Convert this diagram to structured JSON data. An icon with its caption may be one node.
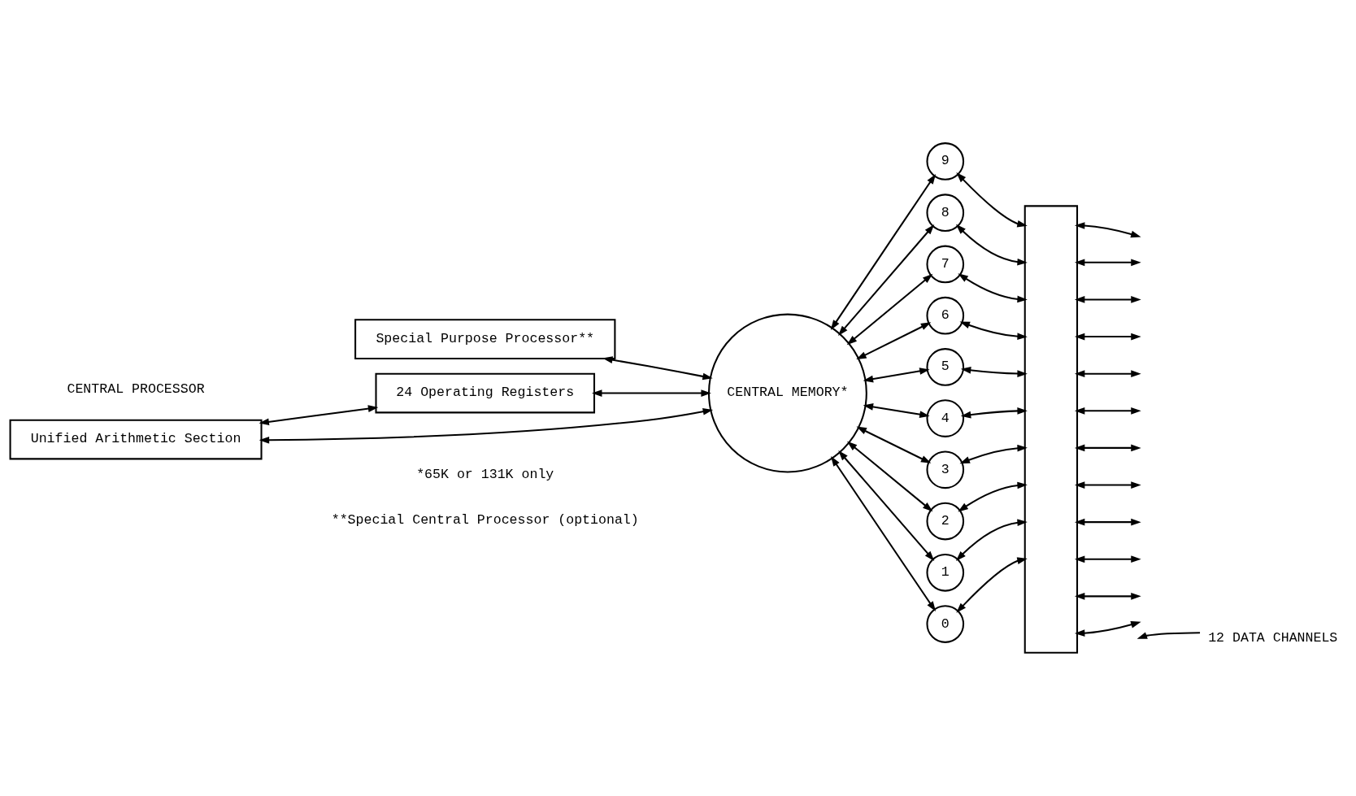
{
  "diagram": {
    "nodes": [
      {
        "text": [
          "Special Purpose Processor**"
        ]
      },
      {
        "text": [
          "Unified Arithmetic Section"
        ]
      },
      {
        "text": [
          "24 Operating Registers"
        ]
      },
      {
        "text": [
          "CENTRAL MEMORY*"
        ]
      },
      {
        "text": [
          "9"
        ]
      },
      {
        "text": [
          "8"
        ]
      },
      {
        "text": [
          "7"
        ]
      },
      {
        "text": [
          "6"
        ]
      },
      {
        "text": [
          "5"
        ]
      },
      {
        "text": [
          "4"
        ]
      },
      {
        "text": [
          "3"
        ]
      },
      {
        "text": [
          "2"
        ]
      },
      {
        "text": [
          "1"
        ]
      },
      {
        "text": [
          "0"
        ]
      },
      {
        "text": [],
        "shape": "bar"
      },
      {
        "text": [
          "12 DATA CHANNELS"
        ]
      }
    ],
    "edges": [
      {
        "from": 0,
        "to": 3,
        "arrow": "both"
      },
      {
        "from": 1,
        "to": 2,
        "arrow": "both"
      },
      {
        "from": 2,
        "to": 3,
        "arrow": "both"
      },
      {
        "from": 1,
        "to": 3,
        "arrow": "both"
      },
      {
        "from": 3,
        "to": 4,
        "arrow": "both"
      },
      {
        "from": 3,
        "to": 5,
        "arrow": "both"
      },
      {
        "from": 3,
        "to": 6,
        "arrow": "both"
      },
      {
        "from": 3,
        "to": 7,
        "arrow": "both"
      },
      {
        "from": 3,
        "to": 8,
        "arrow": "both"
      },
      {
        "from": 3,
        "to": 9,
        "arrow": "both"
      },
      {
        "from": 3,
        "to": 10,
        "arrow": "both"
      },
      {
        "from": 3,
        "to": 11,
        "arrow": "both"
      },
      {
        "from": 3,
        "to": 12,
        "arrow": "both"
      },
      {
        "from": 3,
        "to": 13,
        "arrow": "both"
      },
      {
        "from": 4,
        "to": 14,
        "arrow": "both"
      },
      {
        "from": 5,
        "to": 14,
        "arrow": "both"
      },
      {
        "from": 6,
        "to": 14,
        "arrow": "both"
      },
      {
        "from": 7,
        "to": 14,
        "arrow": "both"
      },
      {
        "from": 8,
        "to": 14,
        "arrow": "both"
      },
      {
        "from": 9,
        "to": 14,
        "arrow": "both"
      },
      {
        "from": 10,
        "to": 14,
        "arrow": "both"
      },
      {
        "from": 11,
        "to": 14,
        "arrow": "both"
      },
      {
        "from": 12,
        "to": 14,
        "arrow": "both"
      },
      {
        "from": 13,
        "to": 14,
        "arrow": "both"
      },
      {
        "from": 14,
        "to": null,
        "arrow": "both"
      },
      {
        "from": 14,
        "to": null,
        "arrow": "both"
      },
      {
        "from": 14,
        "to": null,
        "arrow": "both"
      },
      {
        "from": 14,
        "to": null,
        "arrow": "both"
      },
      {
        "from": 14,
        "to": null,
        "arrow": "both"
      },
      {
        "from": 14,
        "to": null,
        "arrow": "both"
      },
      {
        "from": 14,
        "to": null,
        "arrow": "both"
      },
      {
        "from": 14,
        "to": null,
        "arrow": "both"
      },
      {
        "from": 14,
        "to": null,
        "arrow": "both"
      },
      {
        "from": 14,
        "to": null,
        "arrow": "both"
      },
      {
        "from": 14,
        "to": null,
        "arrow": "both"
      },
      {
        "from": 14,
        "to": null,
        "arrow": "both"
      },
      {
        "from": 15,
        "to": null,
        "arrow": "to"
      }
    ],
    "labels": [
      "CENTRAL PROCESSOR",
      "*65K or 131K only",
      "**Special Central Processor (optional)"
    ]
  }
}
